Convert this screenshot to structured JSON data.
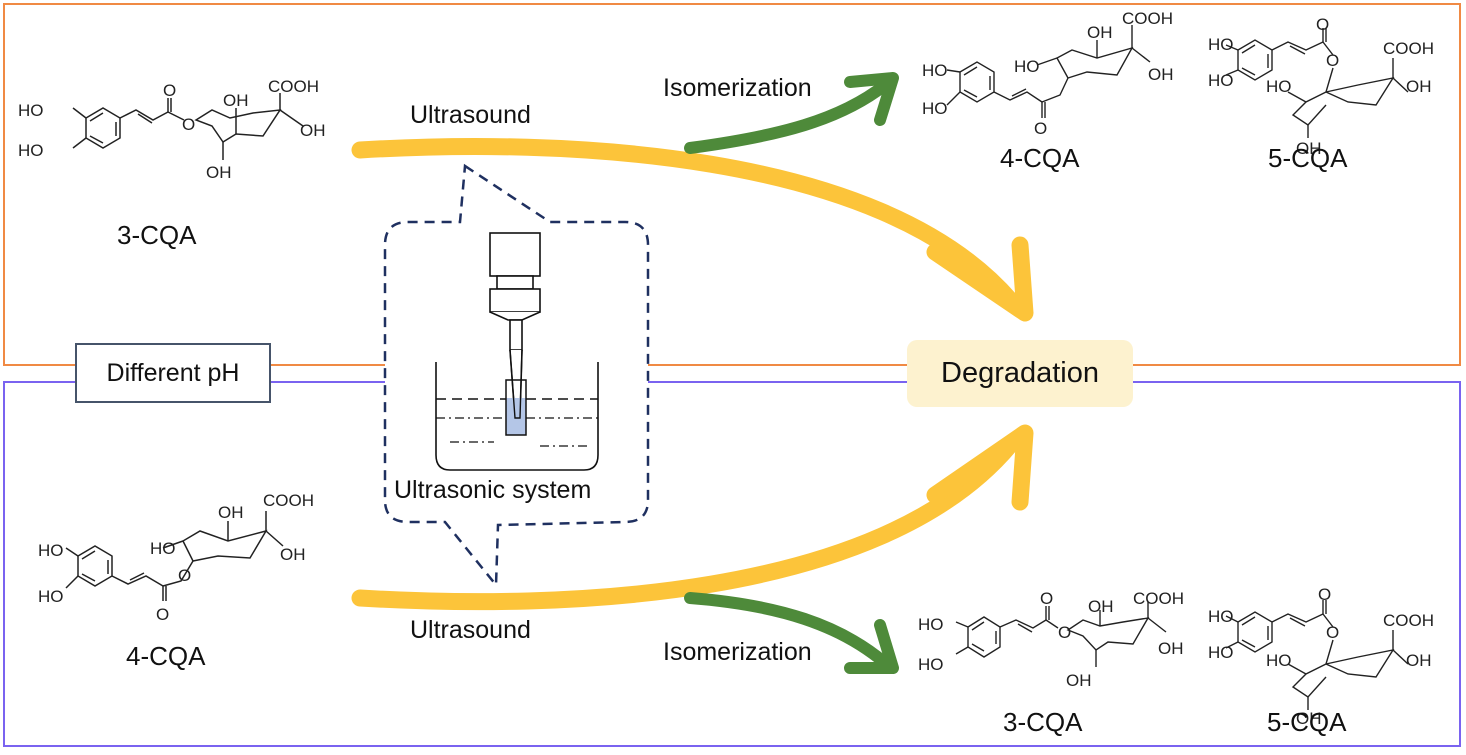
{
  "colors": {
    "top_frame": "#f08a44",
    "bottom_frame": "#7a63f0",
    "ultrasound_arrow": "#fcc43a",
    "isomerization_arrow": "#4e8a3a",
    "callout_border": "#1f3060",
    "degradation_fill": "#fdf2cf",
    "liquid_fill": "#b4c6e7"
  },
  "top_panel": {
    "reactant": "3-CQA",
    "process_label": "Ultrasound",
    "isomerization_label": "Isomerization",
    "products": [
      "4-CQA",
      "5-CQA"
    ]
  },
  "bottom_panel": {
    "reactant": "4-CQA",
    "process_label": "Ultrasound",
    "isomerization_label": "Isomerization",
    "products": [
      "3-CQA",
      "5-CQA"
    ]
  },
  "condition_label": "Different pH",
  "outcome_label": "Degradation",
  "apparatus_label": "Ultrasonic system",
  "chem_labels": {
    "ho": "HO",
    "oh": "OH",
    "cooh": "COOH",
    "o": "O"
  }
}
